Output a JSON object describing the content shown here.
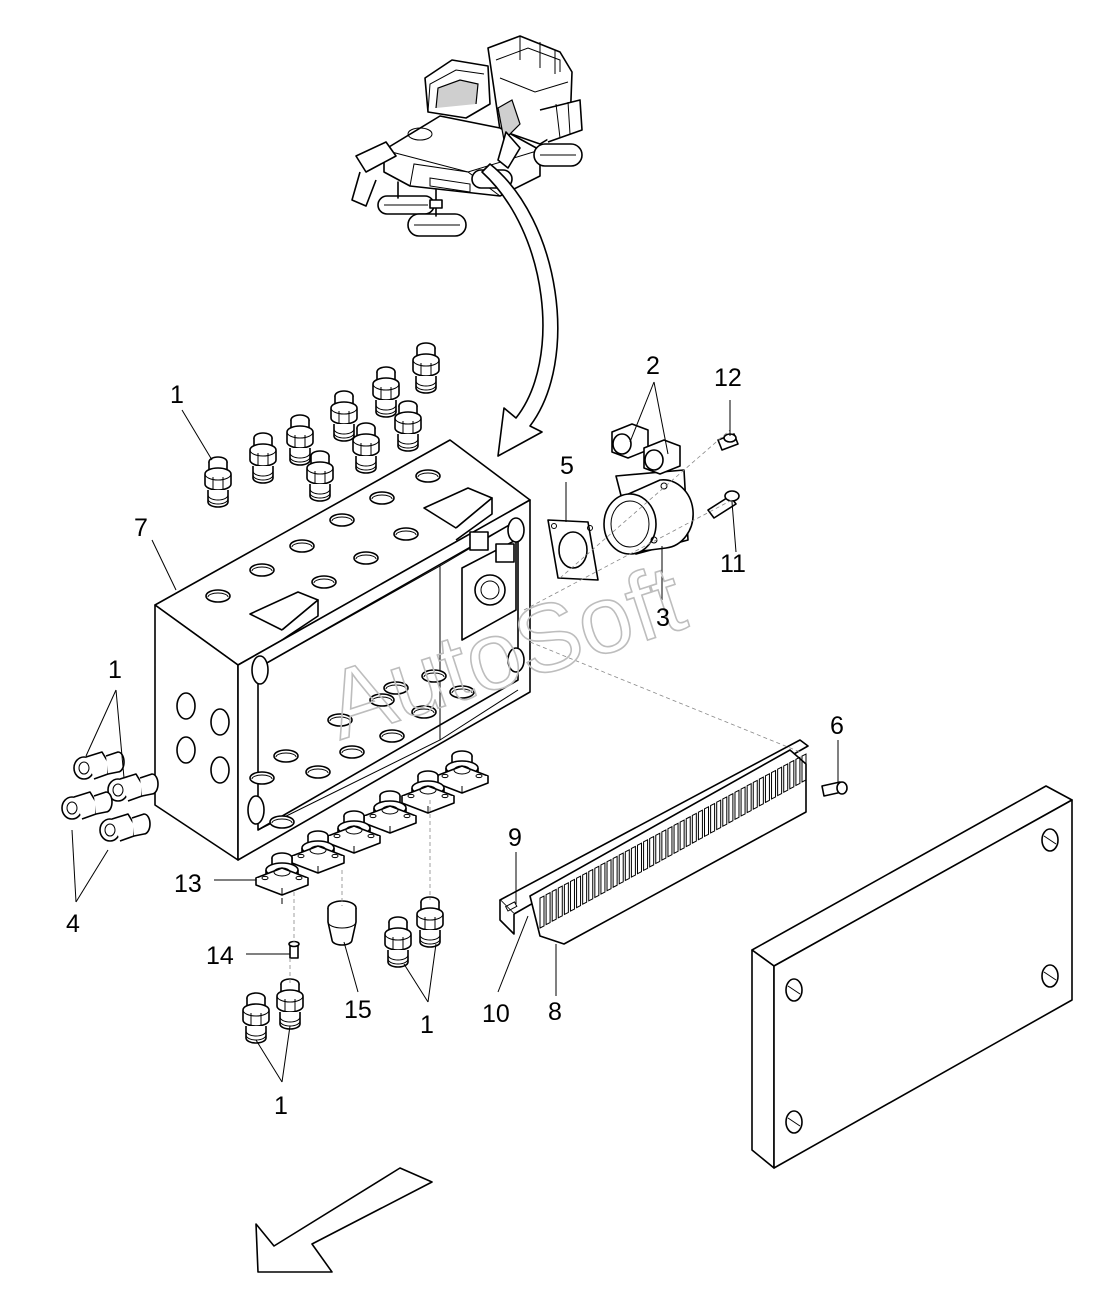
{
  "watermark": "AutoSoft",
  "callouts": [
    {
      "id": "c1a",
      "text": "1"
    },
    {
      "id": "c1b",
      "text": "1"
    },
    {
      "id": "c1c",
      "text": "1"
    },
    {
      "id": "c1d",
      "text": "1"
    },
    {
      "id": "c2",
      "text": "2"
    },
    {
      "id": "c3",
      "text": "3"
    },
    {
      "id": "c4",
      "text": "4"
    },
    {
      "id": "c5",
      "text": "5"
    },
    {
      "id": "c6",
      "text": "6"
    },
    {
      "id": "c7",
      "text": "7"
    },
    {
      "id": "c8",
      "text": "8"
    },
    {
      "id": "c9",
      "text": "9"
    },
    {
      "id": "c10",
      "text": "10"
    },
    {
      "id": "c11",
      "text": "11"
    },
    {
      "id": "c12",
      "text": "12"
    },
    {
      "id": "c13",
      "text": "13"
    },
    {
      "id": "c14",
      "text": "14"
    },
    {
      "id": "c15",
      "text": "15"
    }
  ]
}
